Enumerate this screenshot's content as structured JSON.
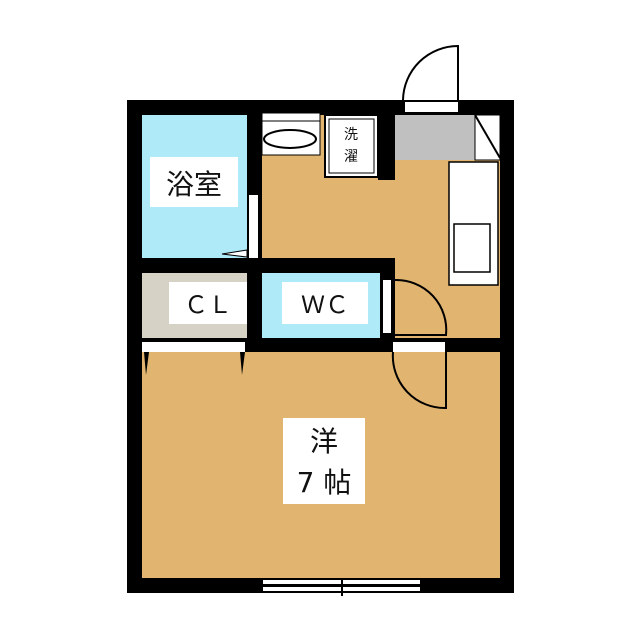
{
  "floor_plan": {
    "rooms": {
      "bathroom": {
        "label": "浴室"
      },
      "laundry": {
        "line1": "洗",
        "line2": "濯"
      },
      "closet": {
        "label": "ＣＬ"
      },
      "toilet": {
        "label": "ＷＣ"
      },
      "western_room": {
        "line1": "洋",
        "line2": "7 帖"
      }
    },
    "colors": {
      "wall": "#000000",
      "floor": "#e1b46f",
      "wet_area": "#aeeaf8",
      "closet": "#d6d3c6",
      "counter": "#c0c0c0"
    }
  }
}
